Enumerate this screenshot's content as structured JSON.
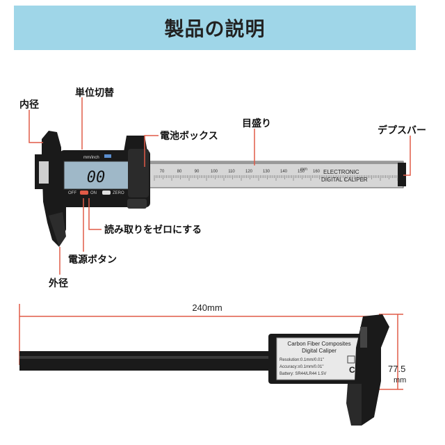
{
  "banner": {
    "title": "製品の説明"
  },
  "labels": {
    "inner": "内径",
    "unit_switch": "単位切替",
    "battery_box": "電池ボックス",
    "scale": "目盛り",
    "depth": "デプスバー",
    "zero": "読み取りをゼロにする",
    "power": "電源ボタン",
    "outer": "外径"
  },
  "caliper_top": {
    "display": "00",
    "unit_key": "mm/inch",
    "off": "OFF",
    "on": "ON",
    "zero_key": "ZERO",
    "brand_line1": "ELECTRONIC",
    "brand_line2": "DIGITAL CALIPER",
    "ticks": [
      "70",
      "80",
      "90",
      "100",
      "110",
      "120",
      "130",
      "140",
      "150",
      "160"
    ],
    "unit_mm": "mm"
  },
  "caliper_bottom": {
    "length": "240mm",
    "height_value": "77.5",
    "height_unit": "mm",
    "line1": "Carbon Fiber Composites",
    "line2": "Digital Caliper",
    "line3": "Resolution:0.1mm/0.01\"",
    "line4": "Accuracy:±0.1mm/0.01\"",
    "line5": "Battery: SR44/LR44 1.5V",
    "ce": "CE"
  },
  "colors": {
    "accent": "#e05a47",
    "banner": "#9fd6e8",
    "body": "#1a1a1a",
    "lcd": "#9fb8c8"
  }
}
